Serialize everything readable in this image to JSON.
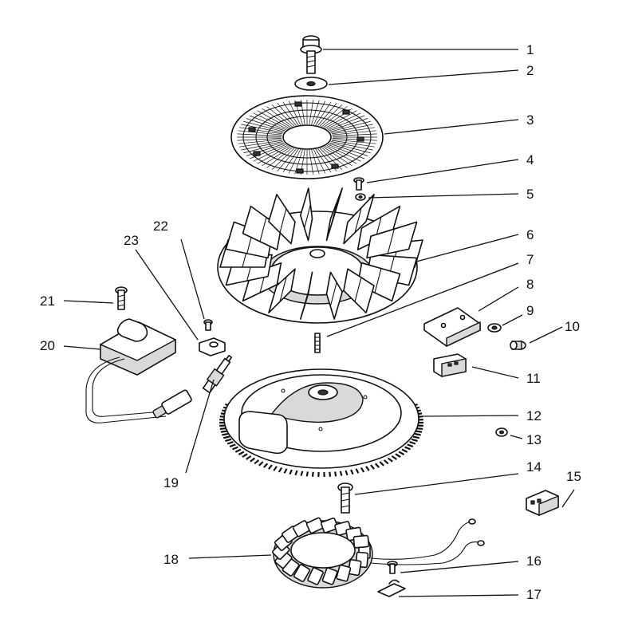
{
  "diagram": {
    "callouts": [
      {
        "id": 1,
        "label": "1"
      },
      {
        "id": 2,
        "label": "2"
      },
      {
        "id": 3,
        "label": "3"
      },
      {
        "id": 4,
        "label": "4"
      },
      {
        "id": 5,
        "label": "5"
      },
      {
        "id": 6,
        "label": "6"
      },
      {
        "id": 7,
        "label": "7"
      },
      {
        "id": 8,
        "label": "8"
      },
      {
        "id": 9,
        "label": "9"
      },
      {
        "id": 10,
        "label": "10"
      },
      {
        "id": 11,
        "label": "11"
      },
      {
        "id": 12,
        "label": "12"
      },
      {
        "id": 13,
        "label": "13"
      },
      {
        "id": 14,
        "label": "14"
      },
      {
        "id": 15,
        "label": "15"
      },
      {
        "id": 16,
        "label": "16"
      },
      {
        "id": 17,
        "label": "17"
      },
      {
        "id": 18,
        "label": "18"
      },
      {
        "id": 19,
        "label": "19"
      },
      {
        "id": 20,
        "label": "20"
      },
      {
        "id": 21,
        "label": "21"
      },
      {
        "id": 22,
        "label": "22"
      },
      {
        "id": 23,
        "label": "23"
      }
    ],
    "colors": {
      "line": "#111111",
      "background": "#ffffff",
      "shade": "#d9d9d9"
    }
  }
}
